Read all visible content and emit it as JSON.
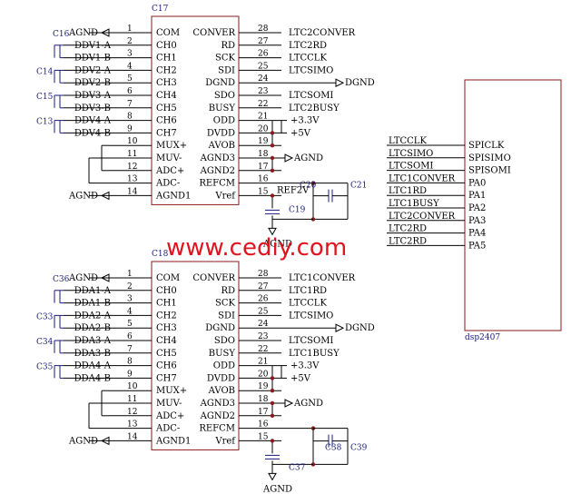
{
  "watermark": "www.cediy.com",
  "chip1": {
    "name": "C17",
    "left_nums": [
      "1",
      "2",
      "3",
      "4",
      "5",
      "6",
      "7",
      "8",
      "9",
      "10",
      "11",
      "12",
      "13",
      "14"
    ],
    "left_pins": [
      "COM",
      "CH0",
      "CH1",
      "CH2",
      "CH3",
      "CH4",
      "CH5",
      "CH6",
      "CH7",
      "MUX+",
      "MUV-",
      "ADC+",
      "ADC-",
      "AGND1"
    ],
    "left_nets": [
      "AGND",
      "DDV1-A",
      "DDV1-B",
      "DDV2-A",
      "DDV2-B",
      "DDV3-A",
      "DDV3-B",
      "DDV4-A",
      "DDV4-B",
      "",
      "",
      "",
      "",
      "AGND"
    ],
    "right_nums": [
      "28",
      "27",
      "26",
      "25",
      "24",
      "23",
      "22",
      "21",
      "20",
      "19",
      "18",
      "17",
      "16",
      "15"
    ],
    "right_pins": [
      "CONVER",
      "RD",
      "SCK",
      "SDI",
      "DGND",
      "SDO",
      "BUSY",
      "ODD",
      "DVDD",
      "AVOB",
      "AGND3",
      "AGND2",
      "REFCM",
      "Vref"
    ],
    "right_nets": [
      "LTC2CONVER",
      "LTC2RD",
      "LTCCLK",
      "LTCSIMO",
      "DGND",
      "LTCSOMI",
      "LTC2BUSY",
      "+3.3V",
      "+5V",
      "",
      "AGND",
      "",
      "",
      "REF2V"
    ],
    "caps_left": [
      "C16",
      "C14",
      "C15",
      "C13"
    ],
    "caps_right": [
      "C20",
      "C21",
      "C19"
    ],
    "bottom_label": "AGND"
  },
  "chip2": {
    "name": "C18",
    "left_nums": [
      "1",
      "2",
      "3",
      "4",
      "5",
      "6",
      "7",
      "8",
      "9",
      "10",
      "11",
      "12",
      "13",
      "14"
    ],
    "left_pins": [
      "COM",
      "CH0",
      "CH1",
      "CH2",
      "CH3",
      "CH4",
      "CH5",
      "CH6",
      "CH7",
      "MUX+",
      "MUV-",
      "ADC+",
      "ADC-",
      "AGND1"
    ],
    "left_nets": [
      "AGND",
      "DDA1-A",
      "DDA1-B",
      "DDA2-A",
      "DDA2-B",
      "DDA3-A",
      "DDA3-B",
      "DDA4-A",
      "DDA4-B",
      "",
      "",
      "",
      "",
      "AGND"
    ],
    "right_nums": [
      "28",
      "27",
      "26",
      "25",
      "24",
      "23",
      "22",
      "21",
      "20",
      "19",
      "18",
      "17",
      "16",
      "15"
    ],
    "right_pins": [
      "CONVER",
      "RD",
      "SCK",
      "SDI",
      "DGND",
      "SDO",
      "BUSY",
      "ODD",
      "DVDD",
      "AVOB",
      "AGND3",
      "AGND2",
      "REFCM",
      "Vref"
    ],
    "right_nets": [
      "LTC1CONVER",
      "LTC1RD",
      "LTCCLK",
      "LTCSIMO",
      "DGND",
      "LTCSOMI",
      "LTC1BUSY",
      "+3.3V",
      "+5V",
      "",
      "AGND",
      "",
      "",
      ""
    ],
    "caps_left": [
      "C36",
      "C33",
      "C34",
      "C35"
    ],
    "caps_right": [
      "C37",
      "C38",
      "C39"
    ],
    "bottom_label": "AGND"
  },
  "dsp": {
    "name": "dsp2407",
    "nets": [
      "LTCCLK",
      "LTCSIMO",
      "LTCSOMI",
      "LTC1CONVER",
      "LTC1RD",
      "LTC1BUSY",
      "LTC2CONVER",
      "LTC2RD",
      "LTC2RD"
    ],
    "pins": [
      "SPICLK",
      "SPISIMO",
      "SPISOMI",
      "PA0",
      "PA1",
      "PA2",
      "PA3",
      "PA4",
      "PA5"
    ]
  }
}
